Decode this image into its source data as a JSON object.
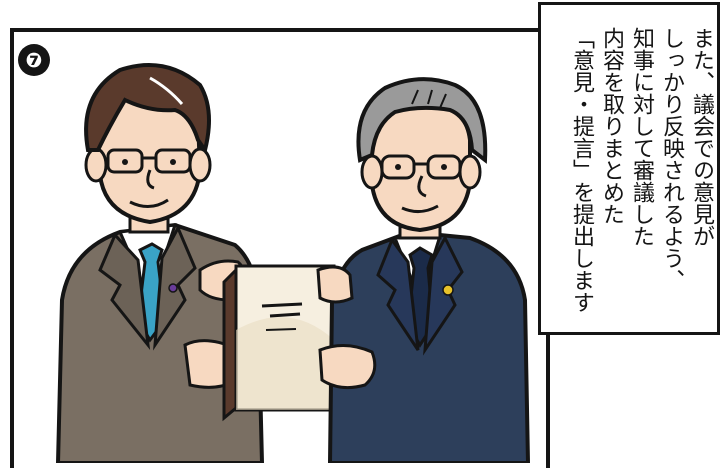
{
  "panel": {
    "number": "❼",
    "caption_lines": [
      "また、議会での意見が",
      "しっかり反映されるよう、",
      "知事に対して審議した",
      "内容を取りまとめた",
      "「意見・提言」を提出します"
    ]
  },
  "colors": {
    "outline": "#151515",
    "left_suit": "#7a6f63",
    "right_suit": "#2d3f5b",
    "left_tie": "#3aa3c6",
    "right_tie": "#1b2b49",
    "skin": "#f7d9c1",
    "paper": "#f6efe0"
  }
}
